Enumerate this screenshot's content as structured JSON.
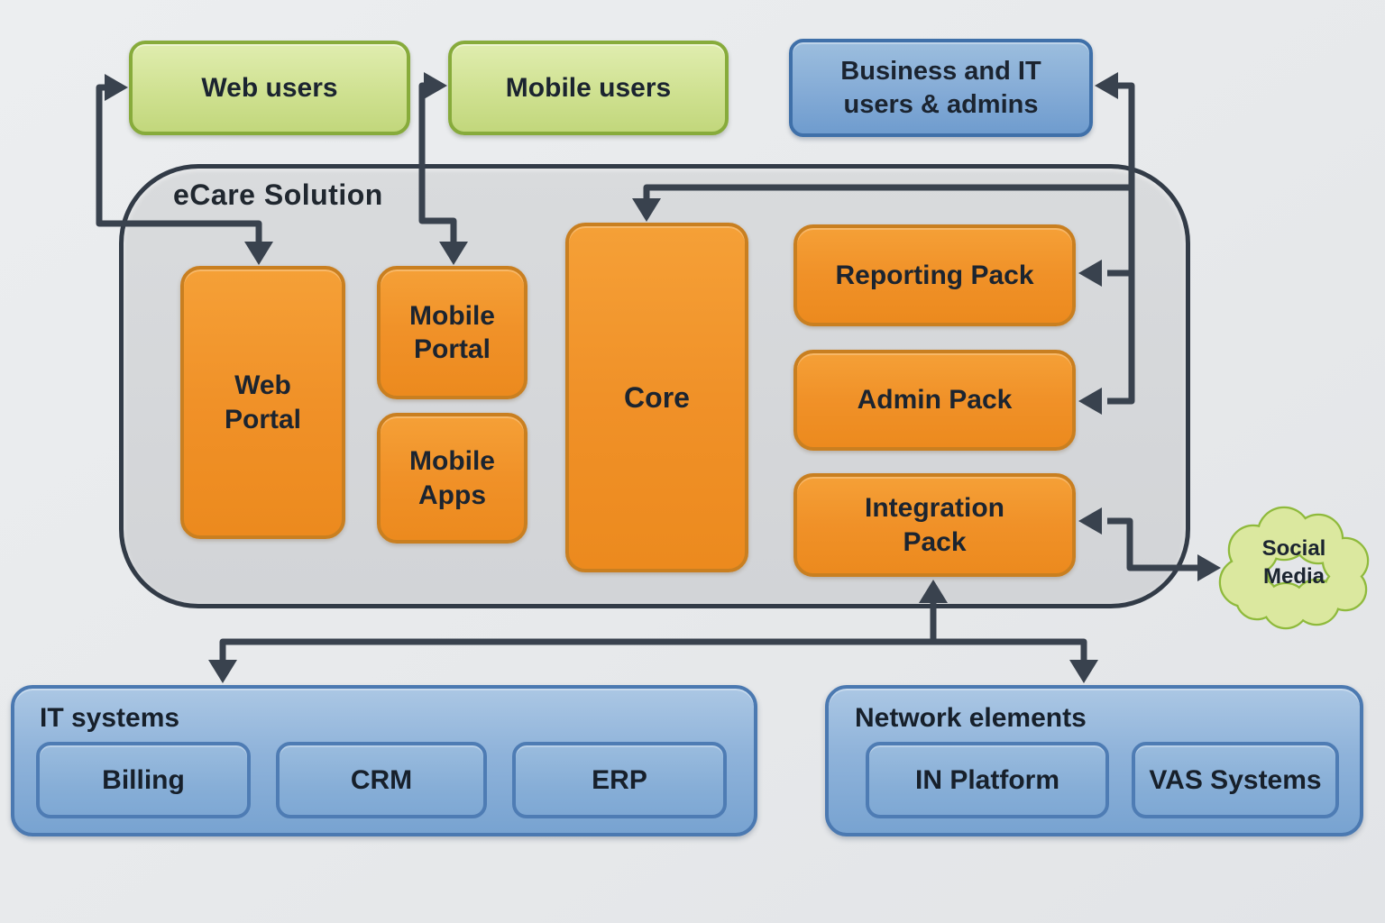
{
  "container": {
    "label": "eCare Solution"
  },
  "nodes": {
    "web_users": {
      "label": "Web users",
      "type": "actor",
      "color": "green"
    },
    "mobile_users": {
      "label": "Mobile users",
      "type": "actor",
      "color": "green"
    },
    "business_users": {
      "label": "Business and IT users & admins",
      "type": "actor",
      "color": "blue"
    },
    "web_portal": {
      "label": "Web Portal",
      "type": "component",
      "color": "orange"
    },
    "mobile_portal": {
      "label": "Mobile Portal",
      "type": "component",
      "color": "orange"
    },
    "mobile_apps": {
      "label": "Mobile Apps",
      "type": "component",
      "color": "orange"
    },
    "core": {
      "label": "Core",
      "type": "component",
      "color": "orange"
    },
    "reporting_pack": {
      "label": "Reporting Pack",
      "type": "component",
      "color": "orange"
    },
    "admin_pack": {
      "label": "Admin Pack",
      "type": "component",
      "color": "orange"
    },
    "integration_pack": {
      "label": "Integration Pack",
      "type": "component",
      "color": "orange"
    },
    "social_media": {
      "label": "Social Media",
      "type": "external",
      "color": "green-cloud"
    }
  },
  "panels": {
    "it_systems": {
      "label": "IT systems",
      "items": [
        "Billing",
        "CRM",
        "ERP"
      ]
    },
    "network_elements": {
      "label": "Network elements",
      "items": [
        "IN Platform",
        "VAS Systems"
      ]
    }
  },
  "edges": [
    {
      "from": "web_users",
      "to": "web_portal",
      "bidirectional": true
    },
    {
      "from": "mobile_users",
      "to": "mobile_portal",
      "bidirectional": true
    },
    {
      "from": "business_users",
      "to": "core",
      "bidirectional": false
    },
    {
      "from": "business_users",
      "to": "reporting_pack",
      "bidirectional": false
    },
    {
      "from": "business_users",
      "to": "admin_pack",
      "bidirectional": false
    },
    {
      "from": "integration_pack",
      "to": "social_media",
      "bidirectional": true
    },
    {
      "from": "integration_pack",
      "to": "it_systems",
      "bidirectional": true
    },
    {
      "from": "integration_pack",
      "to": "network_elements",
      "bidirectional": true
    }
  ],
  "colors": {
    "background": "#e8eaec",
    "container_fill": "#d5d7d9",
    "container_border": "#323b47",
    "connector": "#39424e",
    "green_fill": "#cfe191",
    "green_border": "#87ab3b",
    "blue_fill": "#84abd6",
    "blue_border": "#3f70a9",
    "orange_fill": "#f09128",
    "orange_border": "#c97f20",
    "panel_fill": "#8fb3da",
    "panel_border": "#4b79b1",
    "cloud_fill": "#dbe89f",
    "cloud_border": "#8fba3c",
    "text": "#1b2430"
  }
}
